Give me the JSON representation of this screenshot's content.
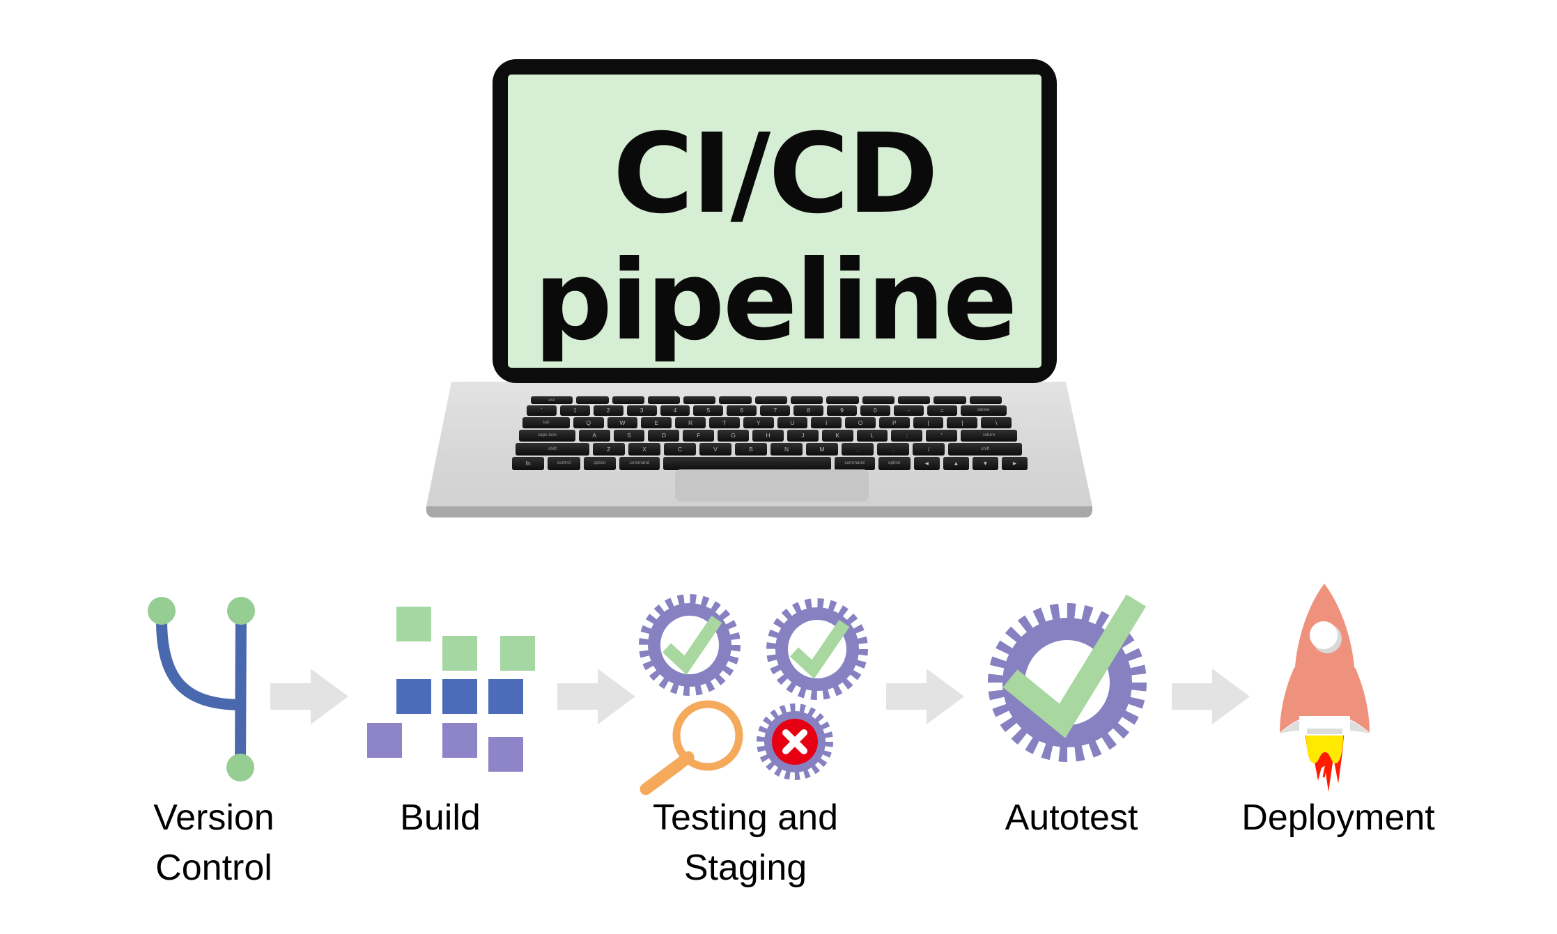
{
  "screen_title": {
    "line1": "CI/CD",
    "line2": "pipeline"
  },
  "pipeline": {
    "stages": [
      {
        "id": "version-control",
        "label_lines": [
          "Version",
          "Control"
        ]
      },
      {
        "id": "build",
        "label_lines": [
          "Build",
          ""
        ]
      },
      {
        "id": "testing-staging",
        "label_lines": [
          "Testing and",
          "Staging"
        ]
      },
      {
        "id": "autotest",
        "label_lines": [
          "Autotest",
          ""
        ]
      },
      {
        "id": "deployment",
        "label_lines": [
          "Deployment",
          ""
        ]
      }
    ]
  },
  "keyboard": {
    "rows": [
      [
        {
          "k": "esc",
          "w": 1.3
        },
        {
          "k": ""
        },
        {
          "k": ""
        },
        {
          "k": ""
        },
        {
          "k": ""
        },
        {
          "k": ""
        },
        {
          "k": ""
        },
        {
          "k": ""
        },
        {
          "k": ""
        },
        {
          "k": ""
        },
        {
          "k": ""
        },
        {
          "k": ""
        },
        {
          "k": ""
        }
      ],
      [
        {
          "k": "`"
        },
        {
          "k": "1"
        },
        {
          "k": "2"
        },
        {
          "k": "3"
        },
        {
          "k": "4"
        },
        {
          "k": "5"
        },
        {
          "k": "6"
        },
        {
          "k": "7"
        },
        {
          "k": "8"
        },
        {
          "k": "9"
        },
        {
          "k": "0"
        },
        {
          "k": "-"
        },
        {
          "k": "="
        },
        {
          "k": "delete",
          "w": 1.55
        }
      ],
      [
        {
          "k": "tab",
          "w": 1.55
        },
        {
          "k": "Q"
        },
        {
          "k": "W"
        },
        {
          "k": "E"
        },
        {
          "k": "R"
        },
        {
          "k": "T"
        },
        {
          "k": "Y"
        },
        {
          "k": "U"
        },
        {
          "k": "I"
        },
        {
          "k": "O"
        },
        {
          "k": "P"
        },
        {
          "k": "["
        },
        {
          "k": "]"
        },
        {
          "k": "\\"
        }
      ],
      [
        {
          "k": "caps lock",
          "w": 1.8
        },
        {
          "k": "A"
        },
        {
          "k": "S"
        },
        {
          "k": "D"
        },
        {
          "k": "F"
        },
        {
          "k": "G"
        },
        {
          "k": "H"
        },
        {
          "k": "J"
        },
        {
          "k": "K"
        },
        {
          "k": "L"
        },
        {
          "k": ";"
        },
        {
          "k": "'"
        },
        {
          "k": "return",
          "w": 1.8
        }
      ],
      [
        {
          "k": "shift",
          "w": 2.3
        },
        {
          "k": "Z"
        },
        {
          "k": "X"
        },
        {
          "k": "C"
        },
        {
          "k": "V"
        },
        {
          "k": "B"
        },
        {
          "k": "N"
        },
        {
          "k": "M"
        },
        {
          "k": ","
        },
        {
          "k": "."
        },
        {
          "k": "/"
        },
        {
          "k": "shift",
          "w": 2.3
        }
      ],
      [
        {
          "k": "fn"
        },
        {
          "k": "control"
        },
        {
          "k": "option"
        },
        {
          "k": "command",
          "w": 1.25
        },
        {
          "k": "",
          "w": 5.2
        },
        {
          "k": "command",
          "w": 1.25
        },
        {
          "k": "option"
        },
        {
          "k": "◄",
          "w": 0.8
        },
        {
          "k": "▲",
          "w": 0.8
        },
        {
          "k": "▼",
          "w": 0.8
        },
        {
          "k": "►",
          "w": 0.8
        }
      ]
    ]
  },
  "colors": {
    "screen_bg": "#d6eed3",
    "frame_black": "#0c0c0c",
    "base_gray": "#d9d9d9",
    "base_edge": "#a8a8a8",
    "key_black": "#161616",
    "git_blue": "#4a68ae",
    "node_green": "#95cd92",
    "block_green": "#a5d7a2",
    "block_blue": "#4c6cb9",
    "block_purple": "#8d85c8",
    "gear_purple": "#8781c1",
    "check_green": "#a8d7a0",
    "magnifier_orange": "#f4a95b",
    "error_red": "#e60012",
    "rocket_salmon": "#ef927d",
    "flame_yellow": "#ffe900",
    "flame_red": "#ff1c00",
    "arrow_gray": "#e3e3e3",
    "label_text": "#000000"
  }
}
